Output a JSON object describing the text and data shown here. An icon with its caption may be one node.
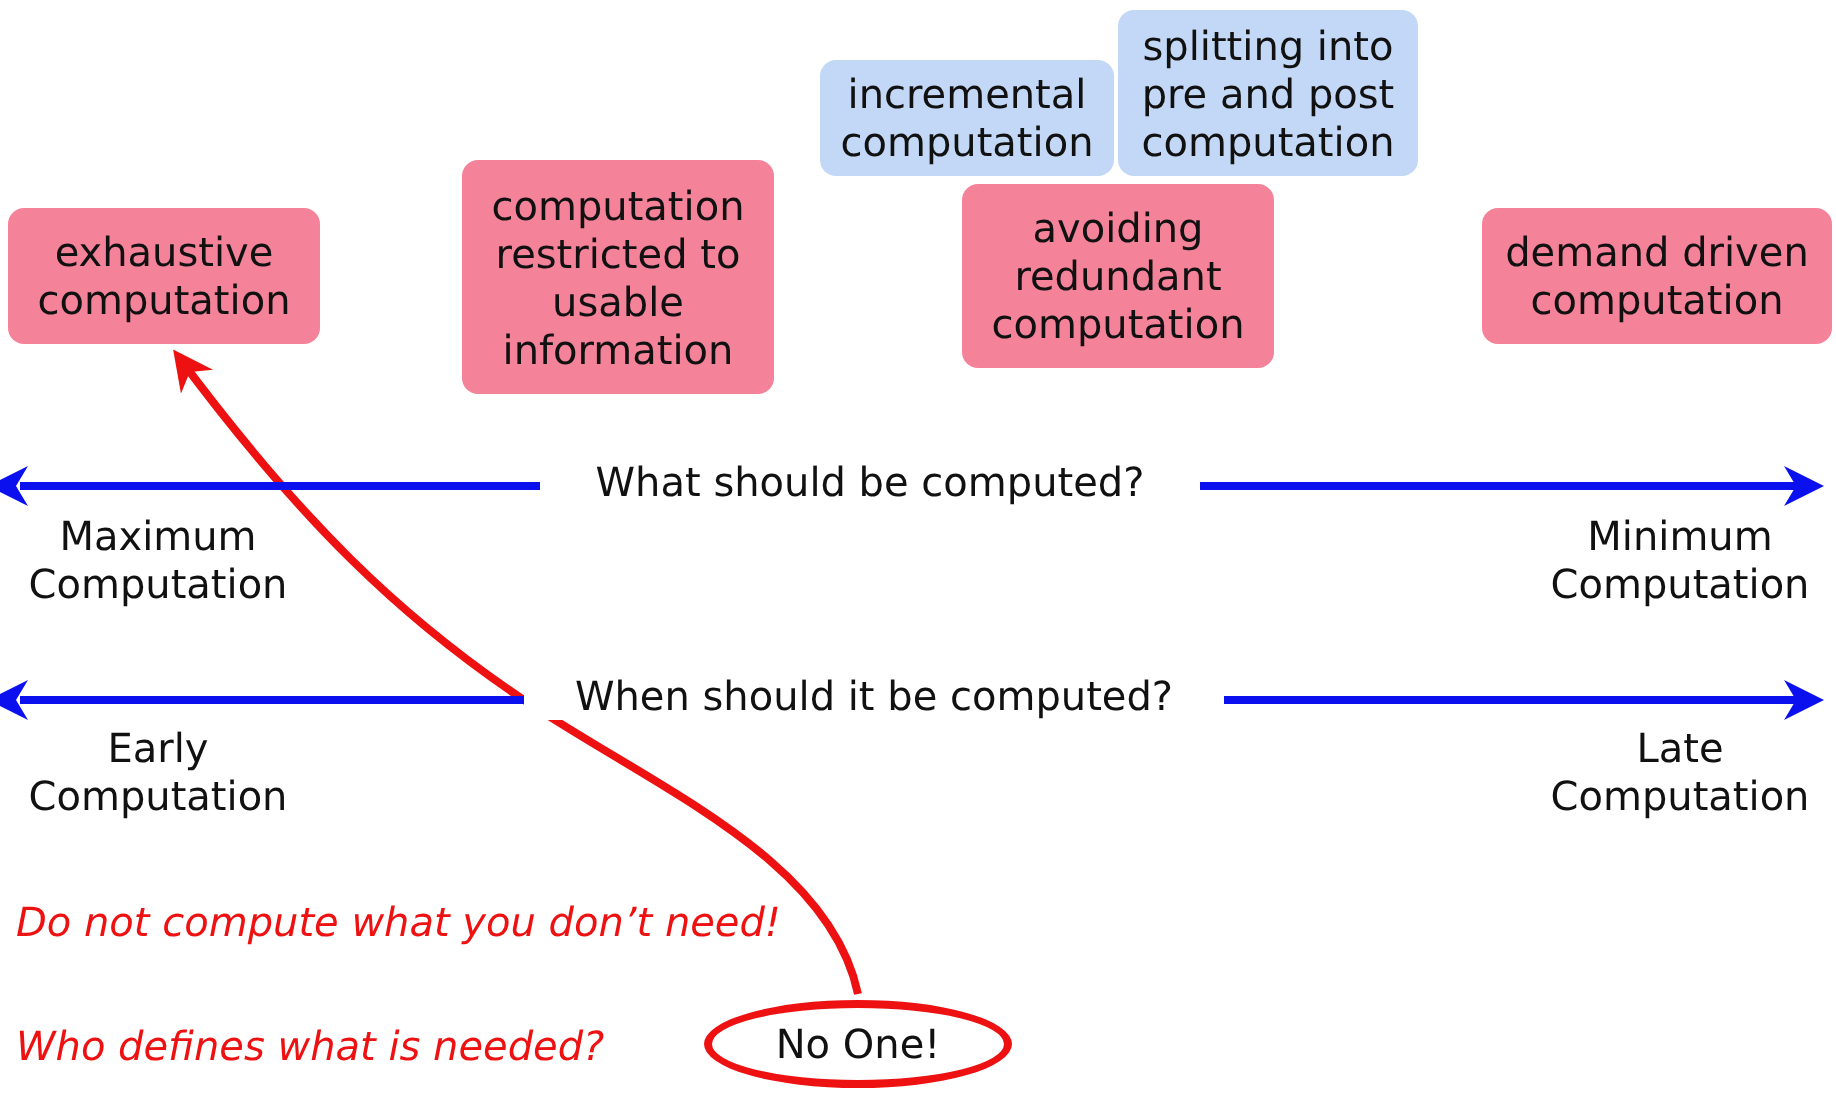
{
  "diagram": {
    "nodes": [
      {
        "text": [
          "incremental computation"
        ]
      },
      {
        "text": [
          "splitting into pre and post computation"
        ]
      },
      {
        "text": [
          "exhaustive computation"
        ]
      },
      {
        "text": [
          "computation restricted to usable information"
        ]
      },
      {
        "text": [
          "avoiding redundant computation"
        ]
      },
      {
        "text": [
          "demand driven computation"
        ]
      },
      {
        "text": [
          "No One!"
        ]
      }
    ],
    "edges": [
      {
        "from": 6,
        "to": 2,
        "arrow": "to",
        "color": "#ee1111"
      }
    ],
    "labels": [
      "What should be computed?",
      "Maximum Computation",
      "Minimum Computation",
      "When should it be computed?",
      "Early Computation",
      "Late Computation",
      "Do not compute what you don’t need!",
      "Who defines what is needed?"
    ]
  }
}
